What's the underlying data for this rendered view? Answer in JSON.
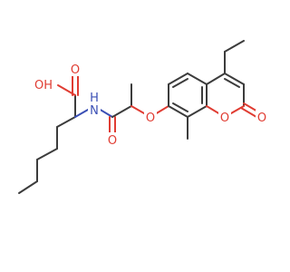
{
  "molecule": {
    "atoms": {
      "hydroxyl": "OH",
      "acid_carbonyl_o": "O",
      "amide_nh": "H",
      "amide_n": "N",
      "amide_carbonyl_o": "O",
      "ether_o": "O",
      "ring_o": "O",
      "lactone_carbonyl_o": "O"
    },
    "colors": {
      "bond": "#3c3c3c",
      "oxygen": "#e03c32",
      "nitrogen": "#3a4fb5",
      "background": "#ffffff"
    }
  }
}
